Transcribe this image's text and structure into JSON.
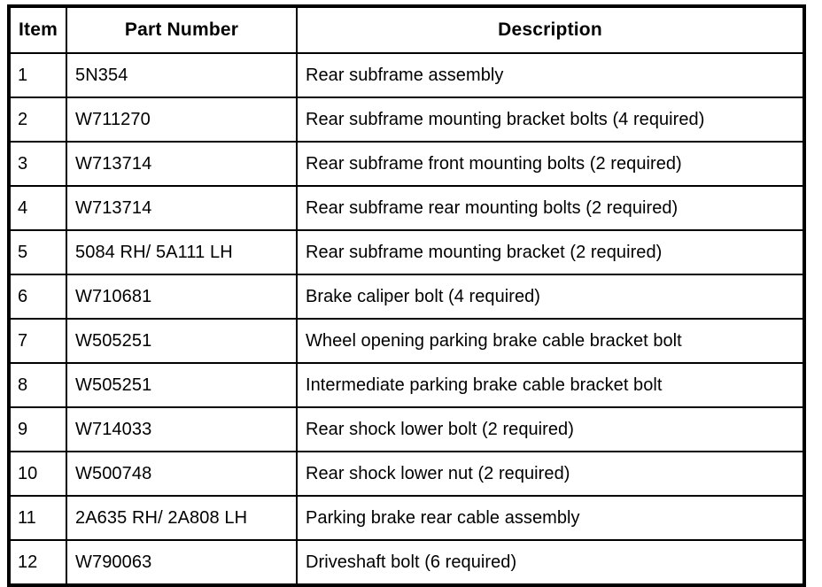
{
  "table": {
    "columns": [
      {
        "key": "item",
        "label": "Item",
        "align": "center"
      },
      {
        "key": "part_number",
        "label": "Part Number",
        "align": "center"
      },
      {
        "key": "description",
        "label": "Description",
        "align": "center"
      }
    ],
    "rows": [
      {
        "item": "1",
        "part_number": "5N354",
        "description": "Rear subframe assembly"
      },
      {
        "item": "2",
        "part_number": "W711270",
        "description": "Rear subframe mounting bracket bolts (4 required)"
      },
      {
        "item": "3",
        "part_number": "W713714",
        "description": "Rear subframe front mounting bolts (2 required)"
      },
      {
        "item": "4",
        "part_number": "W713714",
        "description": "Rear subframe rear mounting bolts (2 required)"
      },
      {
        "item": "5",
        "part_number": "5084 RH/ 5A111 LH",
        "description": "Rear subframe mounting bracket (2 required)"
      },
      {
        "item": "6",
        "part_number": "W710681",
        "description": "Brake caliper bolt (4 required)"
      },
      {
        "item": "7",
        "part_number": "W505251",
        "description": "Wheel opening parking brake cable bracket bolt"
      },
      {
        "item": "8",
        "part_number": "W505251",
        "description": "Intermediate parking brake cable bracket bolt"
      },
      {
        "item": "9",
        "part_number": "W714033",
        "description": "Rear shock lower bolt (2 required)"
      },
      {
        "item": "10",
        "part_number": "W500748",
        "description": "Rear shock lower nut (2 required)"
      },
      {
        "item": "11",
        "part_number": "2A635 RH/ 2A808 LH",
        "description": "Parking brake rear cable assembly"
      },
      {
        "item": "12",
        "part_number": "W790063",
        "description": "Driveshaft bolt (6 required)"
      }
    ]
  },
  "colors": {
    "border": "#000000",
    "background": "#ffffff",
    "text": "#000000"
  }
}
